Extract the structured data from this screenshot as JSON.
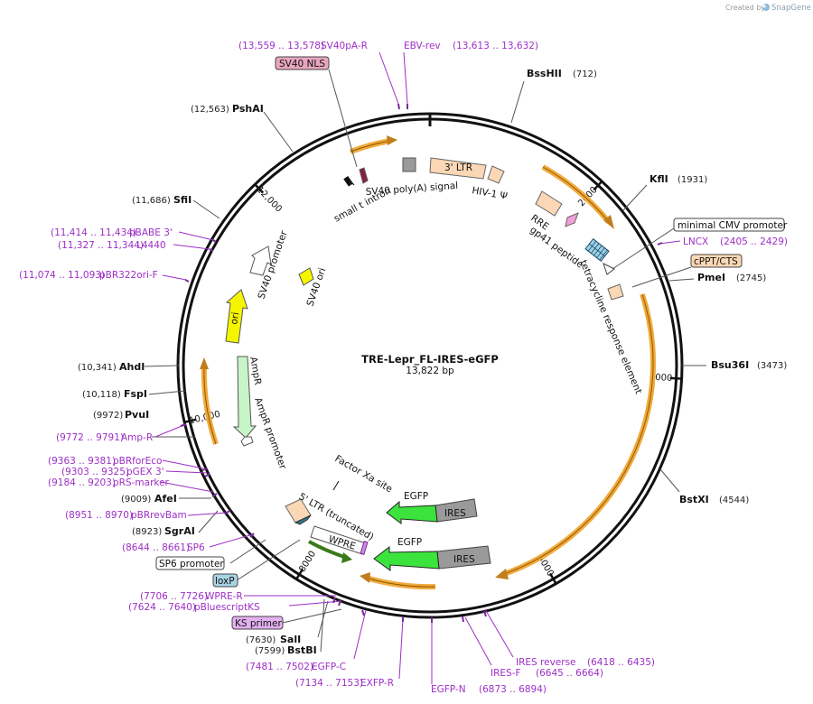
{
  "credit": {
    "text": "Created by",
    "brand": "SnapGene"
  },
  "plasmid": {
    "name": "TRE-Lepr_FL-IRES-eGFP",
    "length": "13,822 bp"
  },
  "ring_ticks": [
    {
      "label": "2000",
      "angle": 43
    },
    {
      "label": "4000",
      "angle": 93
    },
    {
      "label": "6000",
      "angle": 150
    },
    {
      "label": "8000",
      "angle": 212
    },
    {
      "label": "10,000",
      "angle": 257
    },
    {
      "label": "12,000",
      "angle": 316
    }
  ],
  "enzymes": [
    {
      "name": "BssHII",
      "pos": "(712)"
    },
    {
      "name": "KflI",
      "pos": "(1931)"
    },
    {
      "name": "PmeI",
      "pos": "(2745)"
    },
    {
      "name": "Bsu36I",
      "pos": "(3473)"
    },
    {
      "name": "BstXI",
      "pos": "(4544)"
    },
    {
      "name": "BstBI",
      "pos": "(7599)"
    },
    {
      "name": "SalI",
      "pos": "(7630)"
    },
    {
      "name": "SgrAI",
      "pos": "(8923)"
    },
    {
      "name": "AfeI",
      "pos": "(9009)"
    },
    {
      "name": "PvuI",
      "pos": "(9972)"
    },
    {
      "name": "FspI",
      "pos": "(10,118)"
    },
    {
      "name": "AhdI",
      "pos": "(10,341)"
    },
    {
      "name": "SfiI",
      "pos": "(11,686)"
    },
    {
      "name": "PshAI",
      "pos": "(12,563)"
    }
  ],
  "primers": [
    {
      "name": "SV40pA-R",
      "pos": "(13,559 .. 13,578)"
    },
    {
      "name": "EBV-rev",
      "pos": "(13,613 .. 13,632)"
    },
    {
      "name": "LNCX",
      "pos": "(2405 .. 2429)"
    },
    {
      "name": "IRES reverse",
      "pos": "(6418 .. 6435)"
    },
    {
      "name": "IRES-F",
      "pos": "(6645 .. 6664)"
    },
    {
      "name": "EGFP-N",
      "pos": "(6873 .. 6894)"
    },
    {
      "name": "EXFP-R",
      "pos": "(7134 .. 7153)"
    },
    {
      "name": "EGFP-C",
      "pos": "(7481 .. 7502)"
    },
    {
      "name": "pBluescriptKS",
      "pos": "(7624 .. 7640)"
    },
    {
      "name": "WPRE-R",
      "pos": "(7706 .. 7726)"
    },
    {
      "name": "SP6",
      "pos": "(8644 .. 8661)"
    },
    {
      "name": "pBRrevBam",
      "pos": "(8951 .. 8970)"
    },
    {
      "name": "pRS-marker",
      "pos": "(9184 .. 9203)"
    },
    {
      "name": "pGEX 3'",
      "pos": "(9303 .. 9325)"
    },
    {
      "name": "pBRforEco",
      "pos": "(9363 .. 9381)"
    },
    {
      "name": "Amp-R",
      "pos": "(9772 .. 9791)"
    },
    {
      "name": "pBR322ori-F",
      "pos": "(11,074 .. 11,093)"
    },
    {
      "name": "L4440",
      "pos": "(11,327 .. 11,344)"
    },
    {
      "name": "pBABE 3'",
      "pos": "(11,414 .. 11,434)"
    }
  ],
  "boxed_labels": {
    "sv40_nls": "SV40 NLS",
    "minimal_cmv": "minimal CMV promoter",
    "cppt": "cPPT/CTS",
    "sp6_promoter": "SP6 promoter",
    "loxp": "loxP",
    "ks_primer": "KS primer"
  },
  "features": {
    "ltr3": "3' LTR",
    "hiv1_psi": "HIV-1 Ψ",
    "sv40_polya": "SV40 poly(A) signal",
    "small_t_intron": "small t intron",
    "rre": "RRE",
    "gp41": "gp41 peptide",
    "tre": "tetracycline response element",
    "sv40_promoter": "SV40 promoter",
    "sv40_ori": "SV40 ori",
    "ori": "ori",
    "ampr": "AmpR",
    "ampr_promoter": "AmpR promoter",
    "factor_xa": "Factor Xa site",
    "egfp1": "EGFP",
    "ires1": "IRES",
    "ltr5": "5' LTR (truncated)",
    "wpre": "WPRE",
    "egfp2": "EGFP",
    "ires2": "IRES"
  },
  "colors": {
    "primer": "#9d2fc6",
    "orf_orange": "#f2a93b",
    "egfp_green": "#3de33d",
    "ampr_green": "#c8f5c8",
    "ori_yellow": "#f5f500",
    "ires_gray": "#9a9a9a",
    "ltr_peach": "#fbd7b5"
  }
}
